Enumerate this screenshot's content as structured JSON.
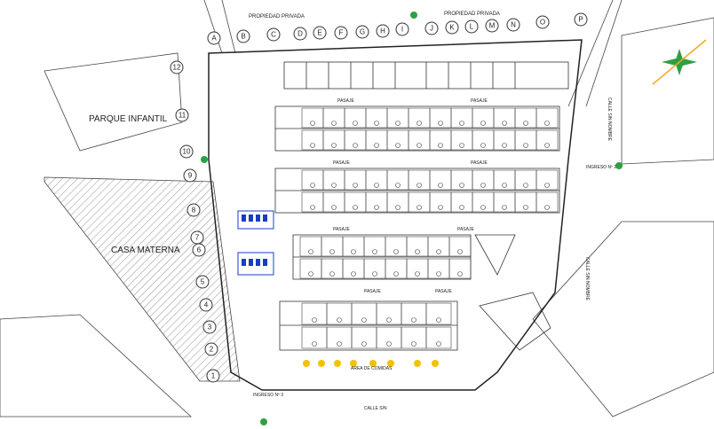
{
  "labels": {
    "propiedad_privada_left": "PROPIEDAD PRIVADA",
    "propiedad_privada_right": "PROPIEDAD PRIVADA",
    "parque_infantil": "PARQUE INFANTIL",
    "casa_materna": "CASA MATERNA",
    "pasaje": "PASAJE",
    "area_comidas": "AREA DE COMIDAS",
    "ingreso_2": "INGRESO Nº 2",
    "ingreso_3": "INGRESO Nº 3",
    "calle_right_top": "CALLE SIN NOMBRE",
    "calle_right_bottom": "CALLE SIN NOMBRE",
    "calle_bottom": "CALLE S/N"
  },
  "grid_columns": [
    "A",
    "B",
    "C",
    "D",
    "E",
    "F",
    "G",
    "H",
    "I",
    "J",
    "K",
    "L",
    "M",
    "N",
    "O",
    "P"
  ],
  "grid_rows": [
    "12",
    "11",
    "10",
    "9",
    "8",
    "7",
    "6",
    "5",
    "4",
    "3",
    "2",
    "1"
  ],
  "colors": {
    "linework": "#333333",
    "hatch": "#555555",
    "blue": "#1a3cc8",
    "yellow": "#f2c200",
    "green": "#2ea043",
    "orange": "#f5a623"
  }
}
